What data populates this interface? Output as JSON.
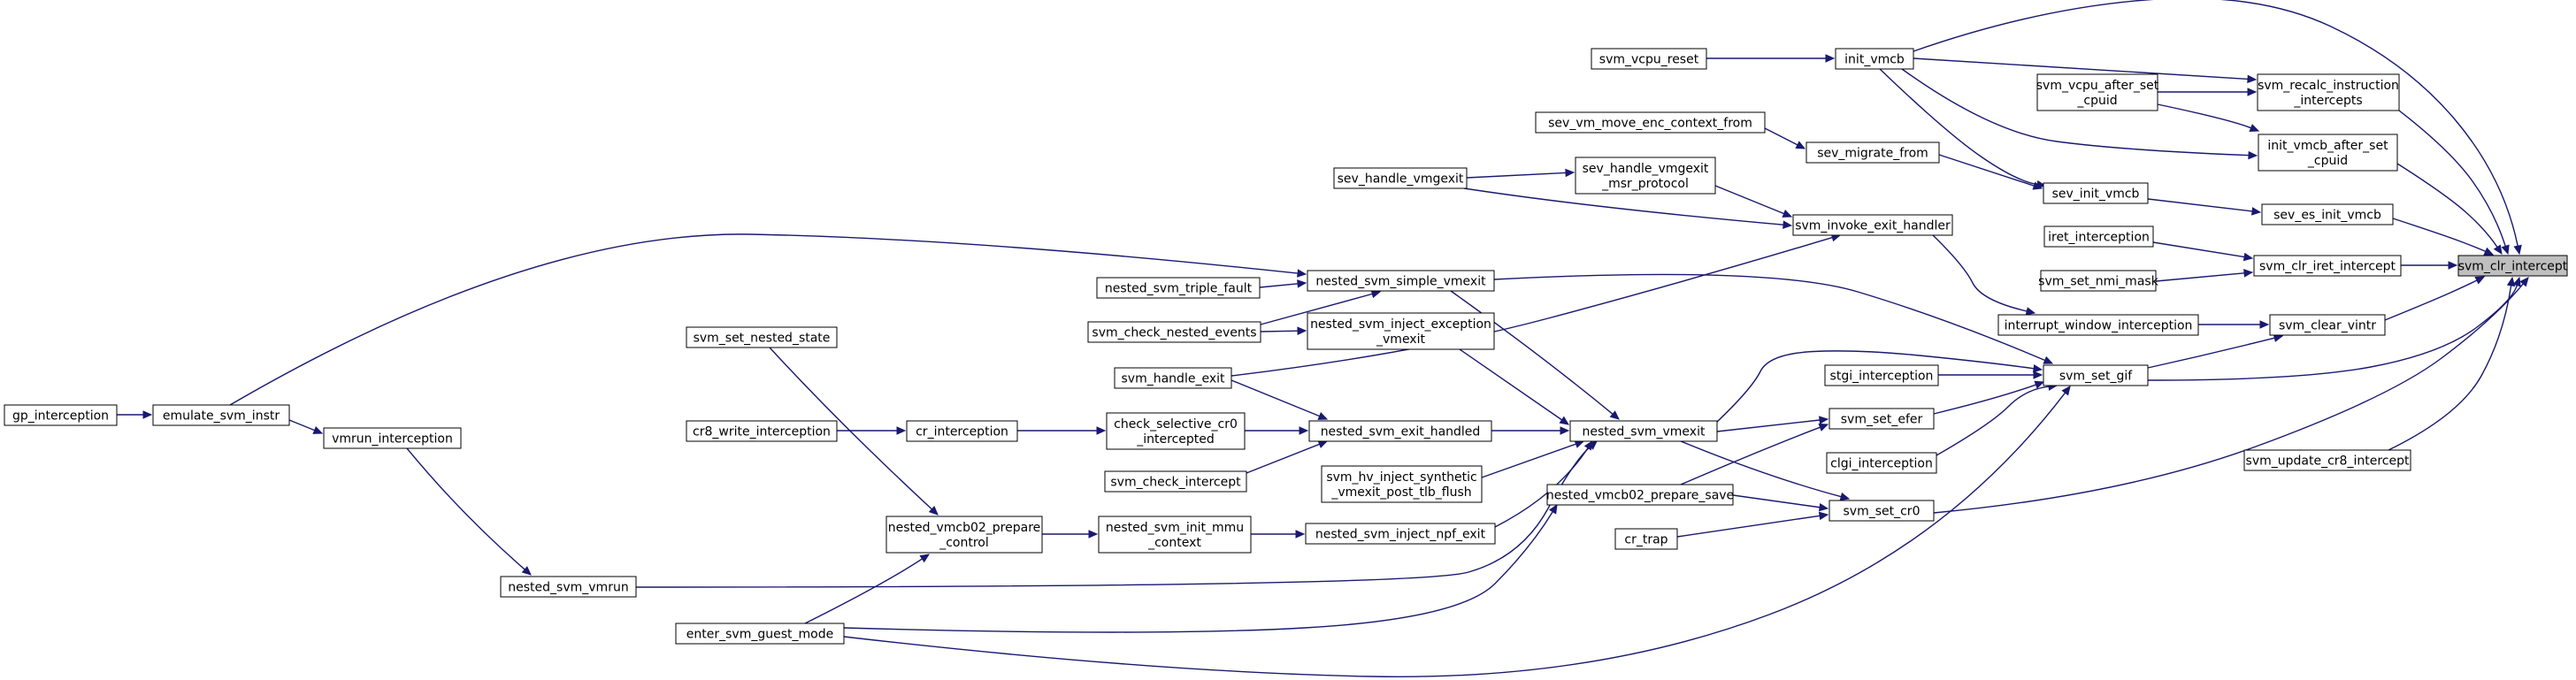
{
  "graph": {
    "title": "",
    "colors": {
      "edge": "#191970",
      "root_fill": "#bfbfbf",
      "node_fill": "#ffffff",
      "node_border": "#000000"
    },
    "nodes": [
      {
        "id": "svm_clr_intercept",
        "lines": [
          "svm_clr_intercept"
        ],
        "root": true
      },
      {
        "id": "svm_recalc_instruction_intercepts",
        "lines": [
          "svm_recalc_instruction",
          "_intercepts"
        ]
      },
      {
        "id": "init_vmcb_after_set_cpuid",
        "lines": [
          "init_vmcb_after_set",
          "_cpuid"
        ]
      },
      {
        "id": "sev_es_init_vmcb",
        "lines": [
          "sev_es_init_vmcb"
        ]
      },
      {
        "id": "svm_clr_iret_intercept",
        "lines": [
          "svm_clr_iret_intercept"
        ]
      },
      {
        "id": "svm_clear_vintr",
        "lines": [
          "svm_clear_vintr"
        ]
      },
      {
        "id": "svm_update_cr8_intercept",
        "lines": [
          "svm_update_cr8_intercept"
        ]
      },
      {
        "id": "init_vmcb",
        "lines": [
          "init_vmcb"
        ]
      },
      {
        "id": "svm_vcpu_after_set_cpuid",
        "lines": [
          "svm_vcpu_after_set",
          "_cpuid"
        ]
      },
      {
        "id": "sev_init_vmcb",
        "lines": [
          "sev_init_vmcb"
        ]
      },
      {
        "id": "iret_interception",
        "lines": [
          "iret_interception"
        ]
      },
      {
        "id": "svm_set_nmi_mask",
        "lines": [
          "svm_set_nmi_mask"
        ]
      },
      {
        "id": "interrupt_window_interception",
        "lines": [
          "interrupt_window_interception"
        ]
      },
      {
        "id": "svm_set_gif",
        "lines": [
          "svm_set_gif"
        ]
      },
      {
        "id": "svm_vcpu_reset",
        "lines": [
          "svm_vcpu_reset"
        ]
      },
      {
        "id": "sev_migrate_from",
        "lines": [
          "sev_migrate_from"
        ]
      },
      {
        "id": "sev_vm_move_enc_context_from",
        "lines": [
          "sev_vm_move_enc_context_from"
        ]
      },
      {
        "id": "svm_invoke_exit_handler",
        "lines": [
          "svm_invoke_exit_handler"
        ]
      },
      {
        "id": "sev_handle_vmgexit_msr_protocol",
        "lines": [
          "sev_handle_vmgexit",
          "_msr_protocol"
        ]
      },
      {
        "id": "sev_handle_vmgexit",
        "lines": [
          "sev_handle_vmgexit"
        ]
      },
      {
        "id": "stgi_interception",
        "lines": [
          "stgi_interception"
        ]
      },
      {
        "id": "svm_set_efer",
        "lines": [
          "svm_set_efer"
        ]
      },
      {
        "id": "clgi_interception",
        "lines": [
          "clgi_interception"
        ]
      },
      {
        "id": "svm_set_cr0",
        "lines": [
          "svm_set_cr0"
        ]
      },
      {
        "id": "nested_svm_vmexit",
        "lines": [
          "nested_svm_vmexit"
        ]
      },
      {
        "id": "nested_vmcb02_prepare_save",
        "lines": [
          "nested_vmcb02_prepare_save"
        ]
      },
      {
        "id": "cr_trap",
        "lines": [
          "cr_trap"
        ]
      },
      {
        "id": "nested_svm_simple_vmexit",
        "lines": [
          "nested_svm_simple_vmexit"
        ]
      },
      {
        "id": "nested_svm_inject_exception_vmexit",
        "lines": [
          "nested_svm_inject_exception",
          "_vmexit"
        ]
      },
      {
        "id": "nested_svm_exit_handled",
        "lines": [
          "nested_svm_exit_handled"
        ]
      },
      {
        "id": "svm_hv_inject_synthetic_vmexit_post_tlb_flush",
        "lines": [
          "svm_hv_inject_synthetic",
          "_vmexit_post_tlb_flush"
        ]
      },
      {
        "id": "nested_svm_inject_npf_exit",
        "lines": [
          "nested_svm_inject_npf_exit"
        ]
      },
      {
        "id": "nested_svm_triple_fault",
        "lines": [
          "nested_svm_triple_fault"
        ]
      },
      {
        "id": "svm_check_nested_events",
        "lines": [
          "svm_check_nested_events"
        ]
      },
      {
        "id": "svm_handle_exit",
        "lines": [
          "svm_handle_exit"
        ]
      },
      {
        "id": "check_selective_cr0_intercepted",
        "lines": [
          "check_selective_cr0",
          "_intercepted"
        ]
      },
      {
        "id": "svm_check_intercept",
        "lines": [
          "svm_check_intercept"
        ]
      },
      {
        "id": "nested_svm_init_mmu_context",
        "lines": [
          "nested_svm_init_mmu",
          "_context"
        ]
      },
      {
        "id": "cr_interception",
        "lines": [
          "cr_interception"
        ]
      },
      {
        "id": "nested_vmcb02_prepare_control",
        "lines": [
          "nested_vmcb02_prepare",
          "_control"
        ]
      },
      {
        "id": "svm_set_nested_state",
        "lines": [
          "svm_set_nested_state"
        ]
      },
      {
        "id": "cr8_write_interception",
        "lines": [
          "cr8_write_interception"
        ]
      },
      {
        "id": "nested_svm_vmrun",
        "lines": [
          "nested_svm_vmrun"
        ]
      },
      {
        "id": "enter_svm_guest_mode",
        "lines": [
          "enter_svm_guest_mode"
        ]
      },
      {
        "id": "emulate_svm_instr",
        "lines": [
          "emulate_svm_instr"
        ]
      },
      {
        "id": "vmrun_interception",
        "lines": [
          "vmrun_interception"
        ]
      },
      {
        "id": "gp_interception",
        "lines": [
          "gp_interception"
        ]
      }
    ],
    "edges": [
      {
        "from": "svm_recalc_instruction_intercepts",
        "to": "svm_clr_intercept"
      },
      {
        "from": "init_vmcb_after_set_cpuid",
        "to": "svm_clr_intercept"
      },
      {
        "from": "sev_es_init_vmcb",
        "to": "svm_clr_intercept"
      },
      {
        "from": "svm_clr_iret_intercept",
        "to": "svm_clr_intercept"
      },
      {
        "from": "svm_clear_vintr",
        "to": "svm_clr_intercept"
      },
      {
        "from": "svm_update_cr8_intercept",
        "to": "svm_clr_intercept"
      },
      {
        "from": "init_vmcb",
        "to": "svm_clr_intercept"
      },
      {
        "from": "svm_set_gif",
        "to": "svm_clr_intercept"
      },
      {
        "from": "svm_set_cr0",
        "to": "svm_clr_intercept"
      },
      {
        "from": "init_vmcb",
        "to": "svm_recalc_instruction_intercepts"
      },
      {
        "from": "svm_vcpu_after_set_cpuid",
        "to": "svm_recalc_instruction_intercepts"
      },
      {
        "from": "svm_vcpu_after_set_cpuid",
        "to": "init_vmcb_after_set_cpuid"
      },
      {
        "from": "init_vmcb",
        "to": "init_vmcb_after_set_cpuid"
      },
      {
        "from": "sev_init_vmcb",
        "to": "sev_es_init_vmcb"
      },
      {
        "from": "iret_interception",
        "to": "svm_clr_iret_intercept"
      },
      {
        "from": "svm_set_nmi_mask",
        "to": "svm_clr_iret_intercept"
      },
      {
        "from": "interrupt_window_interception",
        "to": "svm_clear_vintr"
      },
      {
        "from": "svm_set_gif",
        "to": "svm_clear_vintr"
      },
      {
        "from": "svm_vcpu_reset",
        "to": "init_vmcb"
      },
      {
        "from": "sev_migrate_from",
        "to": "sev_init_vmcb"
      },
      {
        "from": "init_vmcb",
        "to": "sev_init_vmcb"
      },
      {
        "from": "sev_vm_move_enc_context_from",
        "to": "sev_migrate_from"
      },
      {
        "from": "svm_invoke_exit_handler",
        "to": "interrupt_window_interception"
      },
      {
        "from": "sev_handle_vmgexit_msr_protocol",
        "to": "svm_invoke_exit_handler"
      },
      {
        "from": "sev_handle_vmgexit",
        "to": "svm_invoke_exit_handler"
      },
      {
        "from": "svm_handle_exit",
        "to": "svm_invoke_exit_handler"
      },
      {
        "from": "sev_handle_vmgexit",
        "to": "sev_handle_vmgexit_msr_protocol"
      },
      {
        "from": "stgi_interception",
        "to": "svm_set_gif"
      },
      {
        "from": "clgi_interception",
        "to": "svm_set_gif"
      },
      {
        "from": "svm_set_efer",
        "to": "svm_set_gif"
      },
      {
        "from": "nested_svm_vmexit",
        "to": "svm_set_gif"
      },
      {
        "from": "nested_svm_simple_vmexit",
        "to": "svm_set_gif"
      },
      {
        "from": "enter_svm_guest_mode",
        "to": "svm_set_gif"
      },
      {
        "from": "nested_vmcb02_prepare_save",
        "to": "svm_set_efer"
      },
      {
        "from": "nested_svm_vmexit",
        "to": "svm_set_efer"
      },
      {
        "from": "nested_vmcb02_prepare_save",
        "to": "svm_set_cr0"
      },
      {
        "from": "nested_svm_vmexit",
        "to": "svm_set_cr0"
      },
      {
        "from": "cr_trap",
        "to": "svm_set_cr0"
      },
      {
        "from": "nested_svm_simple_vmexit",
        "to": "nested_svm_vmexit"
      },
      {
        "from": "nested_svm_inject_exception_vmexit",
        "to": "nested_svm_vmexit"
      },
      {
        "from": "nested_svm_exit_handled",
        "to": "nested_svm_vmexit"
      },
      {
        "from": "svm_hv_inject_synthetic_vmexit_post_tlb_flush",
        "to": "nested_svm_vmexit"
      },
      {
        "from": "nested_svm_inject_npf_exit",
        "to": "nested_svm_vmexit"
      },
      {
        "from": "nested_svm_vmrun",
        "to": "nested_svm_vmexit"
      },
      {
        "from": "enter_svm_guest_mode",
        "to": "nested_vmcb02_prepare_save"
      },
      {
        "from": "nested_svm_triple_fault",
        "to": "nested_svm_simple_vmexit"
      },
      {
        "from": "svm_check_nested_events",
        "to": "nested_svm_simple_vmexit"
      },
      {
        "from": "emulate_svm_instr",
        "to": "nested_svm_simple_vmexit"
      },
      {
        "from": "svm_check_nested_events",
        "to": "nested_svm_inject_exception_vmexit"
      },
      {
        "from": "svm_handle_exit",
        "to": "nested_svm_exit_handled"
      },
      {
        "from": "check_selective_cr0_intercepted",
        "to": "nested_svm_exit_handled"
      },
      {
        "from": "svm_check_intercept",
        "to": "nested_svm_exit_handled"
      },
      {
        "from": "nested_svm_init_mmu_context",
        "to": "nested_svm_inject_npf_exit"
      },
      {
        "from": "cr_interception",
        "to": "check_selective_cr0_intercepted"
      },
      {
        "from": "nested_vmcb02_prepare_control",
        "to": "nested_svm_init_mmu_context"
      },
      {
        "from": "cr8_write_interception",
        "to": "cr_interception"
      },
      {
        "from": "svm_set_nested_state",
        "to": "nested_vmcb02_prepare_control"
      },
      {
        "from": "enter_svm_guest_mode",
        "to": "nested_vmcb02_prepare_control"
      },
      {
        "from": "vmrun_interception",
        "to": "nested_svm_vmrun"
      },
      {
        "from": "emulate_svm_instr",
        "to": "vmrun_interception"
      },
      {
        "from": "gp_interception",
        "to": "emulate_svm_instr"
      }
    ]
  }
}
